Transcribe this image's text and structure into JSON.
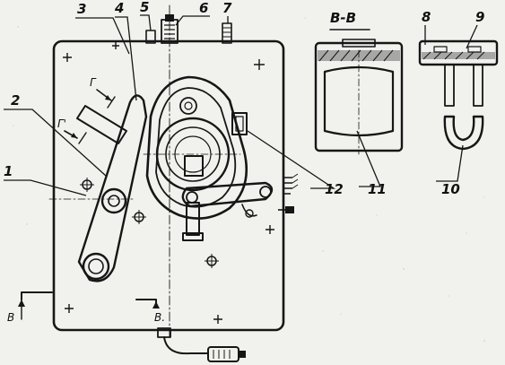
{
  "section_title": "В-В",
  "callouts": [
    "1",
    "2",
    "3",
    "4",
    "5",
    "6",
    "7",
    "8",
    "9",
    "10",
    "11",
    "12"
  ],
  "section_marks": {
    "left": "В",
    "right": "В."
  },
  "view_marks": {
    "upper": "Г",
    "lower": "Г'"
  },
  "colors": {
    "paper": "#f1f1ee",
    "ink": "#161616",
    "shade": "#6a6a6a"
  }
}
